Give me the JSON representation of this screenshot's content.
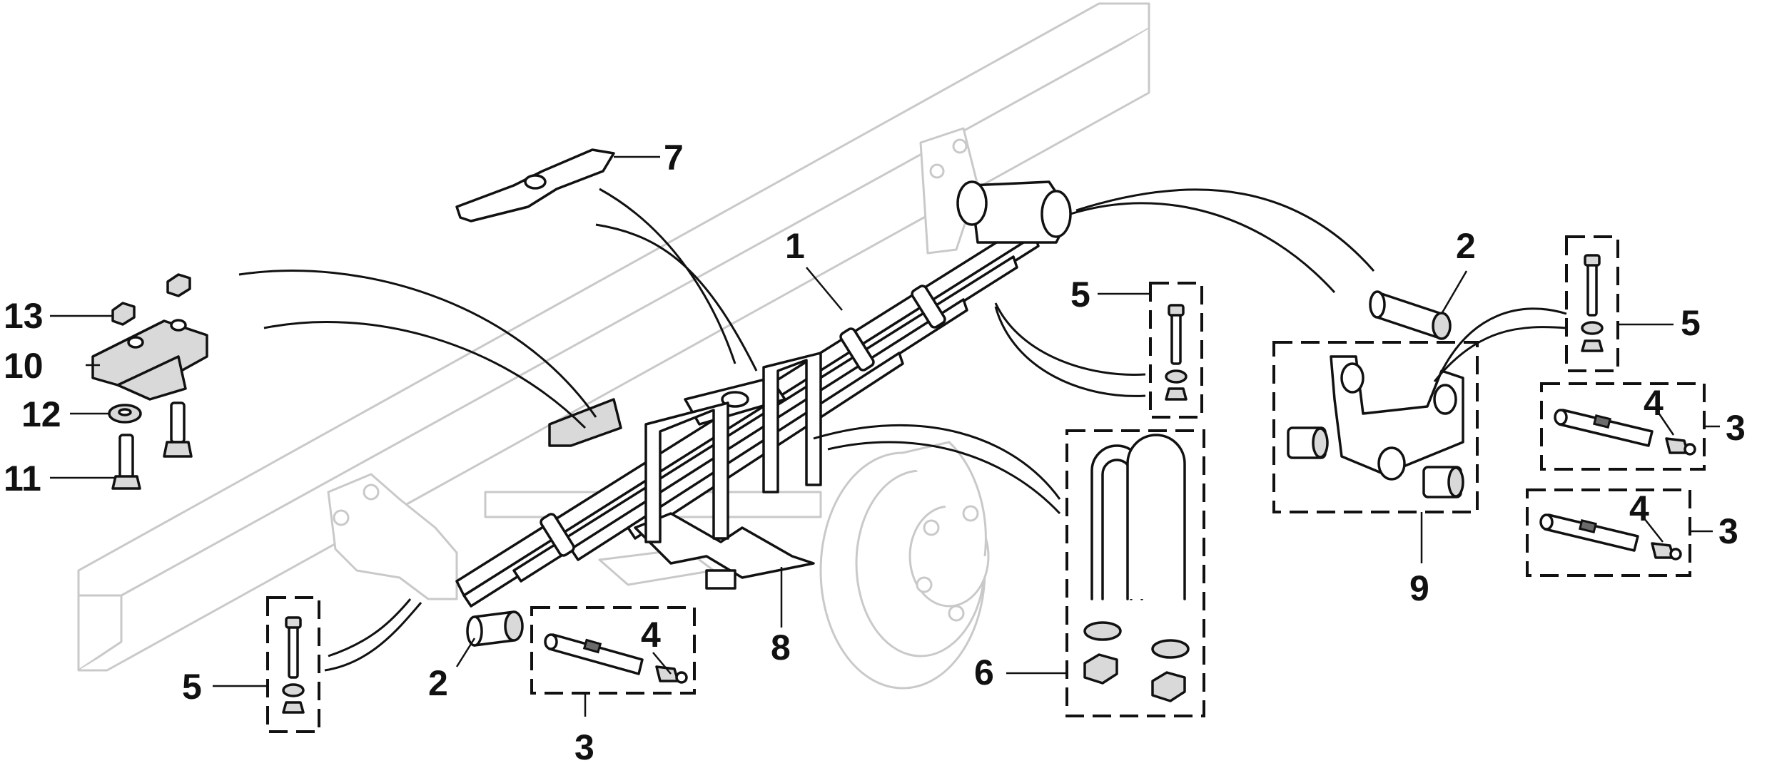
{
  "figure": {
    "callouts": [
      {
        "id": "callout-1",
        "label": "1"
      },
      {
        "id": "callout-2-right",
        "label": "2"
      },
      {
        "id": "callout-2-left",
        "label": "2"
      },
      {
        "id": "callout-3-bottom",
        "label": "3"
      },
      {
        "id": "callout-3-right-top",
        "label": "3"
      },
      {
        "id": "callout-3-right-bottom",
        "label": "3"
      },
      {
        "id": "callout-4-bottom",
        "label": "4"
      },
      {
        "id": "callout-4-right-top",
        "label": "4"
      },
      {
        "id": "callout-4-right-bottom",
        "label": "4"
      },
      {
        "id": "callout-5-center",
        "label": "5"
      },
      {
        "id": "callout-5-right",
        "label": "5"
      },
      {
        "id": "callout-5-left",
        "label": "5"
      },
      {
        "id": "callout-6",
        "label": "6"
      },
      {
        "id": "callout-7",
        "label": "7"
      },
      {
        "id": "callout-8",
        "label": "8"
      },
      {
        "id": "callout-9",
        "label": "9"
      },
      {
        "id": "callout-10",
        "label": "10"
      },
      {
        "id": "callout-11",
        "label": "11"
      },
      {
        "id": "callout-12",
        "label": "12"
      },
      {
        "id": "callout-13",
        "label": "13"
      }
    ]
  }
}
